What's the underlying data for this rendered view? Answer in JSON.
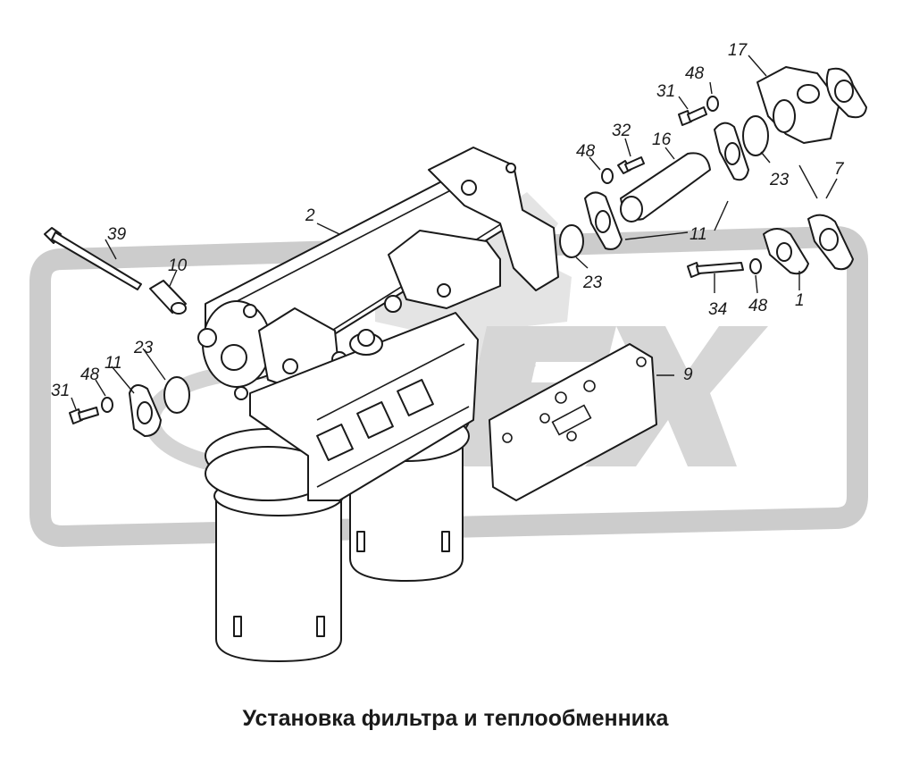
{
  "caption": "Установка фильтра и теплообменника",
  "watermark": {
    "text": "ЕХ",
    "color": "#d4d4d4",
    "frame_color": "#c8c8c8"
  },
  "callouts": [
    {
      "id": "c17a",
      "text": "17"
    },
    {
      "id": "c48a",
      "text": "48"
    },
    {
      "id": "c31a",
      "text": "31"
    },
    {
      "id": "c32",
      "text": "32"
    },
    {
      "id": "c16",
      "text": "16"
    },
    {
      "id": "c48b",
      "text": "48"
    },
    {
      "id": "c23a",
      "text": "23"
    },
    {
      "id": "c7",
      "text": "7"
    },
    {
      "id": "c2",
      "text": "2"
    },
    {
      "id": "c39",
      "text": "39"
    },
    {
      "id": "c10",
      "text": "10"
    },
    {
      "id": "c11a",
      "text": "11"
    },
    {
      "id": "c23b",
      "text": "23"
    },
    {
      "id": "c34",
      "text": "34"
    },
    {
      "id": "c48c",
      "text": "48"
    },
    {
      "id": "c1",
      "text": "1"
    },
    {
      "id": "c23c",
      "text": "23"
    },
    {
      "id": "c11b",
      "text": "11"
    },
    {
      "id": "c48d",
      "text": "48"
    },
    {
      "id": "c31b",
      "text": "31"
    },
    {
      "id": "c9",
      "text": "9"
    }
  ]
}
